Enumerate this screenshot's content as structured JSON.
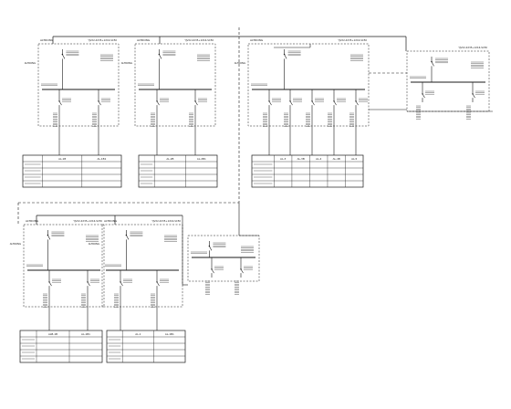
{
  "sheet": {
    "ink": "#1a1a1a",
    "background": "#ffffff"
  },
  "panels": [
    {
      "id": "panel-1",
      "header_code": "ALTRONG",
      "cable_tag": "YJV22-4X35+1X16-SC50",
      "feeder_label": "ALTRONG",
      "table_rows": [
        [
          "",
          "AL-1B",
          "AL-1B1"
        ],
        [
          "",
          "",
          ""
        ],
        [
          "",
          "",
          ""
        ],
        [
          "",
          "",
          ""
        ]
      ]
    },
    {
      "id": "panel-2",
      "header_code": "ALTRONG",
      "cable_tag": "YJV22-4X35+1X16-SC50",
      "feeder_label": "ALTRONG",
      "table_rows": [
        [
          "",
          "AL-2B",
          "AL-2B1"
        ],
        [
          "",
          "",
          ""
        ],
        [
          "",
          "",
          ""
        ],
        [
          "",
          "",
          ""
        ]
      ]
    },
    {
      "id": "panel-3",
      "header_code": "ALTRONG",
      "cable_tag": "YJV22-4X35+1X16-SC50",
      "feeder_label": "ALTRONG",
      "table_rows": [
        [
          "",
          "AL-3",
          "AL-3B",
          "AL-4",
          "AL-4B",
          "AL-5"
        ],
        [
          "",
          "",
          "",
          "",
          "",
          ""
        ],
        [
          "",
          "",
          "",
          "",
          "",
          ""
        ],
        [
          "",
          "",
          "",
          "",
          "",
          ""
        ]
      ]
    },
    {
      "id": "panel-4",
      "header_code": "",
      "cable_tag": "YJV22-4X35+1X16-SC50",
      "feeder_label": "",
      "table_rows": []
    },
    {
      "id": "panel-5",
      "header_code": "ALTRONG",
      "cable_tag": "YJV22-4X35+1X16-SC50",
      "feeder_label": "ALTRONG",
      "table_rows": [
        [
          "",
          "ALB-1B",
          "AL-1B1"
        ],
        [
          "",
          "",
          ""
        ],
        [
          "",
          "",
          ""
        ],
        [
          "",
          "",
          ""
        ]
      ]
    },
    {
      "id": "panel-6",
      "header_code": "ALTRONG",
      "cable_tag": "YJV22-4X35+1X16-SC50",
      "feeder_label": "ALTRONG",
      "table_rows": [
        [
          "",
          "AL-1",
          "AL-1B1"
        ],
        [
          "",
          "",
          ""
        ],
        [
          "",
          "",
          ""
        ],
        [
          "",
          "",
          ""
        ]
      ]
    },
    {
      "id": "panel-7",
      "header_code": "",
      "cable_tag": "",
      "feeder_label": "",
      "table_rows": []
    }
  ]
}
